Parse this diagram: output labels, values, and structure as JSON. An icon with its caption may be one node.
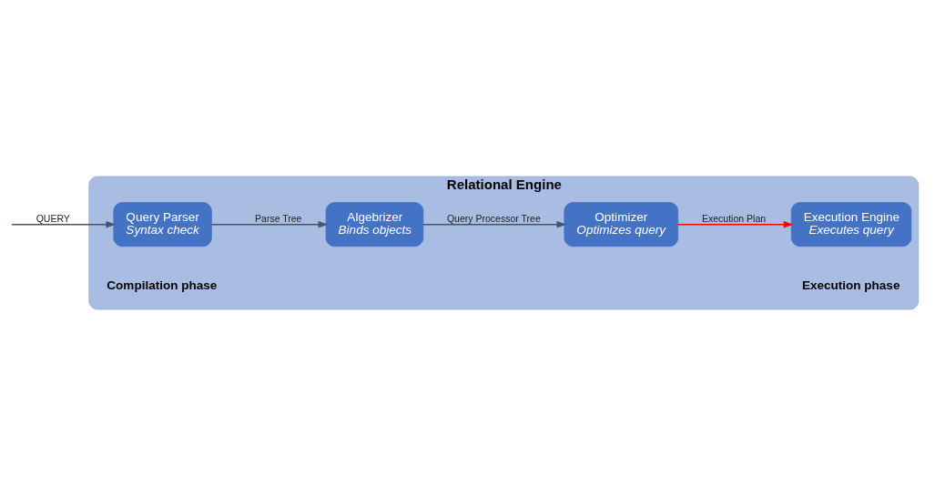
{
  "diagram": {
    "nodes": [
      {
        "text": [
          "Relational Engine"
        ]
      },
      {
        "text": [
          "Query Parser",
          "Syntax check"
        ],
        "in": 0
      },
      {
        "text": [
          "Algebrizer",
          "Binds objects"
        ],
        "in": 0
      },
      {
        "text": [
          "Optimizer",
          "Optimizes query"
        ],
        "in": 0
      },
      {
        "text": [
          "Execution Engine",
          "Executes query"
        ],
        "in": 0
      }
    ],
    "edges": [
      {
        "from": null,
        "to": 1,
        "arrow": "to",
        "label": "QUERY"
      },
      {
        "from": 1,
        "to": 2,
        "arrow": "to",
        "label": "Parse Tree"
      },
      {
        "from": 2,
        "to": 3,
        "arrow": "to",
        "label": "Query Processor Tree"
      },
      {
        "from": 3,
        "to": 4,
        "arrow": "to",
        "label": "Execution Plan",
        "color": "#ff0000"
      }
    ],
    "labels": [
      "Compilation phase",
      "Execution phase"
    ]
  }
}
